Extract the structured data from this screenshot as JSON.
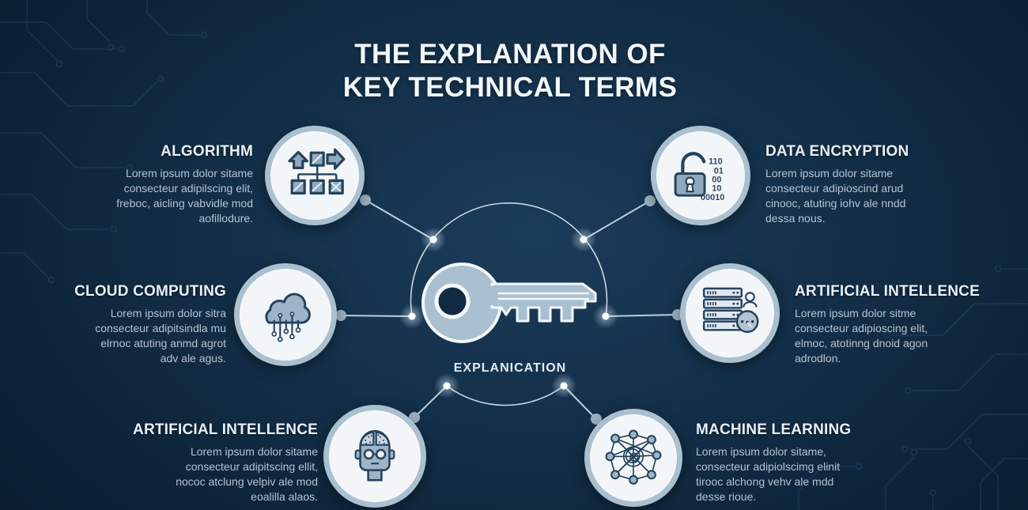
{
  "title": {
    "line1": "THE EXPLANATION OF",
    "line2": "KEY TECHNICAL TERMS"
  },
  "center": {
    "label": "EXPLANICATION",
    "icon": "key-icon"
  },
  "nodes": [
    {
      "id": "algorithm",
      "heading": "ALGORITHM",
      "body": "Lorem ipsum dolor sitame\nconsecteur adipilscing elit,\nfreboc, aicling vabvidle mod\naofillodure.",
      "icon": "flowchart-icon"
    },
    {
      "id": "data-encryption",
      "heading": "DATA ENCRYPTION",
      "body": "Lorem ipsum dolor sitame\nconsecteur adipioscind arud\ncinooc, atuting iohv ale nndd\ndessa nous.",
      "icon": "padlock-binary-icon",
      "binary": [
        "110",
        "01",
        "00",
        "10",
        "00010"
      ]
    },
    {
      "id": "cloud-computing",
      "heading": "CLOUD COMPUTING",
      "body": "Lorem ipsum dolor sitra\nconsecteur adipitsindla mu\nelrnoc atuting anmd agrot\nadv ale agus.",
      "icon": "cloud-circuit-icon"
    },
    {
      "id": "artificial-intellence-right",
      "heading": "ARTIFICIAL INTELLENCE",
      "body": "Lorem ipsum dolor sitme\nconsecteur adipioscing elit,\nelmoc, atotinng dnoid agon\nadrodlon.",
      "icon": "server-ai-icon"
    },
    {
      "id": "artificial-intellence-left",
      "heading": "ARTIFICIAL INTELLENCE",
      "body": "Lorem ipsum dolor sitame\nconsecteur adipitscing ellit,\nnococ atclung velpiv ale mod\neoalilla alaos.",
      "icon": "robot-head-icon"
    },
    {
      "id": "machine-learning",
      "heading": "MACHINE LEARNING",
      "body": "Lorem ipsum dolor sitame,\nconsecteur adipiolscimg elinit\ntirooc alchong vehv ale mdd\ndesse rioue.",
      "icon": "neural-network-icon"
    }
  ],
  "colors": {
    "background": "#0d2337",
    "circle_fill": "#f3f6f8",
    "circle_ring": "#abc0cf",
    "icon_steel_blue": "#9db4c7",
    "icon_outline": "#24425c",
    "key_fill": "#aac0d1",
    "heading": "#e9eff5",
    "body_text": "#b6c4d1",
    "connector": "#cfdfeb",
    "circuit_trace": "#27517a"
  }
}
